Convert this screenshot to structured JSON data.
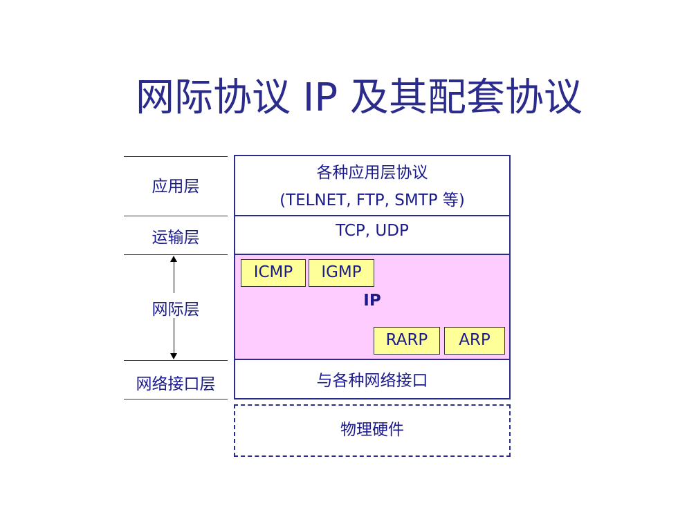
{
  "title": "网际协议 IP 及其配套协议",
  "layers": {
    "application": "应用层",
    "transport": "运输层",
    "internet": "网际层",
    "network_interface": "网络接口层"
  },
  "stack": {
    "application_line1": "各种应用层协议",
    "application_line2": "(TELNET, FTP, SMTP 等)",
    "transport": "TCP, UDP",
    "internet_center": "IP",
    "network_interface": "与各种网络接口",
    "hardware": "物理硬件"
  },
  "protocols": {
    "icmp": "ICMP",
    "igmp": "IGMP",
    "rarp": "RARP",
    "arp": "ARP"
  },
  "colors": {
    "title": "#2b2b8c",
    "ip_region": "#ffccff",
    "protocol_box": "#ffff99",
    "border": "#2b2b8c"
  }
}
